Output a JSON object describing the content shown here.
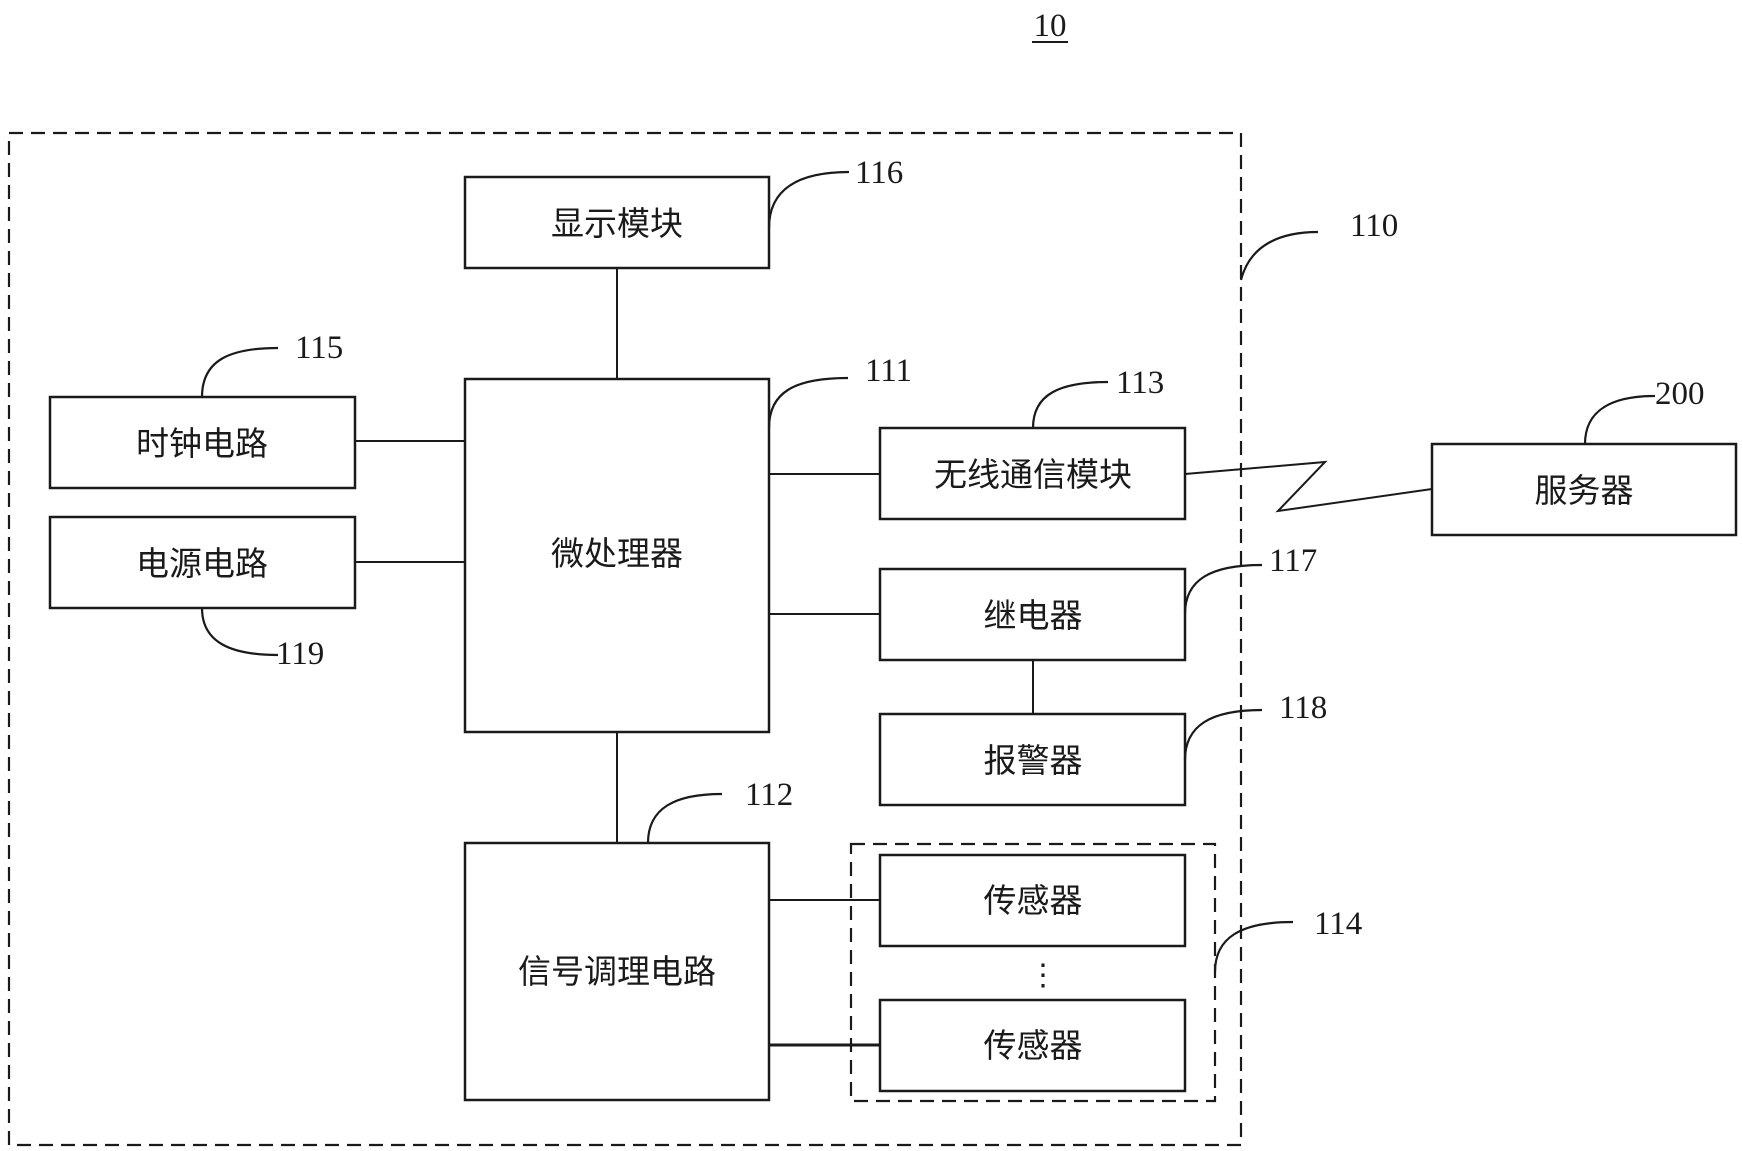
{
  "figure": {
    "number": "10"
  },
  "groups": {
    "device": {
      "ref": "110"
    },
    "sensor_array": {
      "ref": "114"
    }
  },
  "blocks": {
    "display": {
      "label": "显示模块",
      "ref": "116"
    },
    "mcu": {
      "label": "微处理器",
      "ref": "111"
    },
    "clock": {
      "label": "时钟电路",
      "ref": "115"
    },
    "power": {
      "label": "电源电路",
      "ref": "119"
    },
    "wireless": {
      "label": "无线通信模块",
      "ref": "113"
    },
    "relay": {
      "label": "继电器",
      "ref": "117"
    },
    "alarm": {
      "label": "报警器",
      "ref": "118"
    },
    "conditioner": {
      "label": "信号调理电路",
      "ref": "112"
    },
    "sensor_top": {
      "label": "传感器"
    },
    "sensor_bottom": {
      "label": "传感器"
    },
    "server": {
      "label": "服务器",
      "ref": "200"
    }
  },
  "ellipsis": "⋮"
}
